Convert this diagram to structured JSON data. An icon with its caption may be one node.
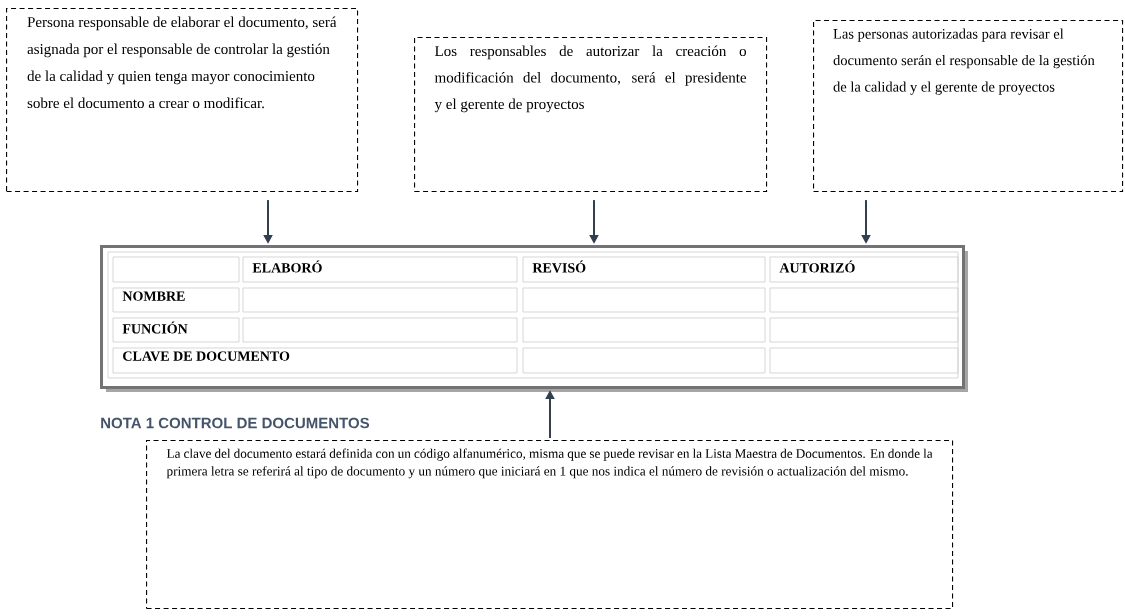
{
  "diagram": {
    "caption": "NOTA 1 CONTROL DE DOCUMENTOS",
    "nodes": [
      {
        "text": [
          "Persona responsable de elaborar el documento, será asignada por el responsable de controlar la gestión de la calidad y quien tenga mayor conocimiento sobre el documento a crear o modificar."
        ]
      },
      {
        "text": [
          "Los responsables de autorizar la creación o modificación del documento, será el presidente y el gerente de proyectos"
        ]
      },
      {
        "text": [
          "Las personas autorizadas para revisar el documento serán el responsable de la gestión de la calidad y el gerente de proyectos"
        ]
      },
      {
        "text": [],
        "shape": "box"
      },
      {
        "text": [
          "La clave del documento estará definida con un código alfanumérico, misma que se puede revisar en la Lista Maestra de Documentos. En donde la primera letra se referirá al tipo de documento y un número que iniciará en 1 que nos indica el número de revisión o actualización del mismo."
        ]
      }
    ],
    "edges": [
      {
        "from": 0,
        "to": 3,
        "arrow": "to"
      },
      {
        "from": 1,
        "to": 3,
        "arrow": "to"
      },
      {
        "from": 2,
        "to": 3,
        "arrow": "to"
      },
      {
        "from": 4,
        "to": 3,
        "arrow": "to"
      }
    ],
    "labels": [
      "ELABORÓ",
      "REVISÓ",
      "AUTORIZÓ",
      "NOMBRE",
      "FUNCIÓN",
      "CLAVE DE DOCUMENTO"
    ]
  }
}
